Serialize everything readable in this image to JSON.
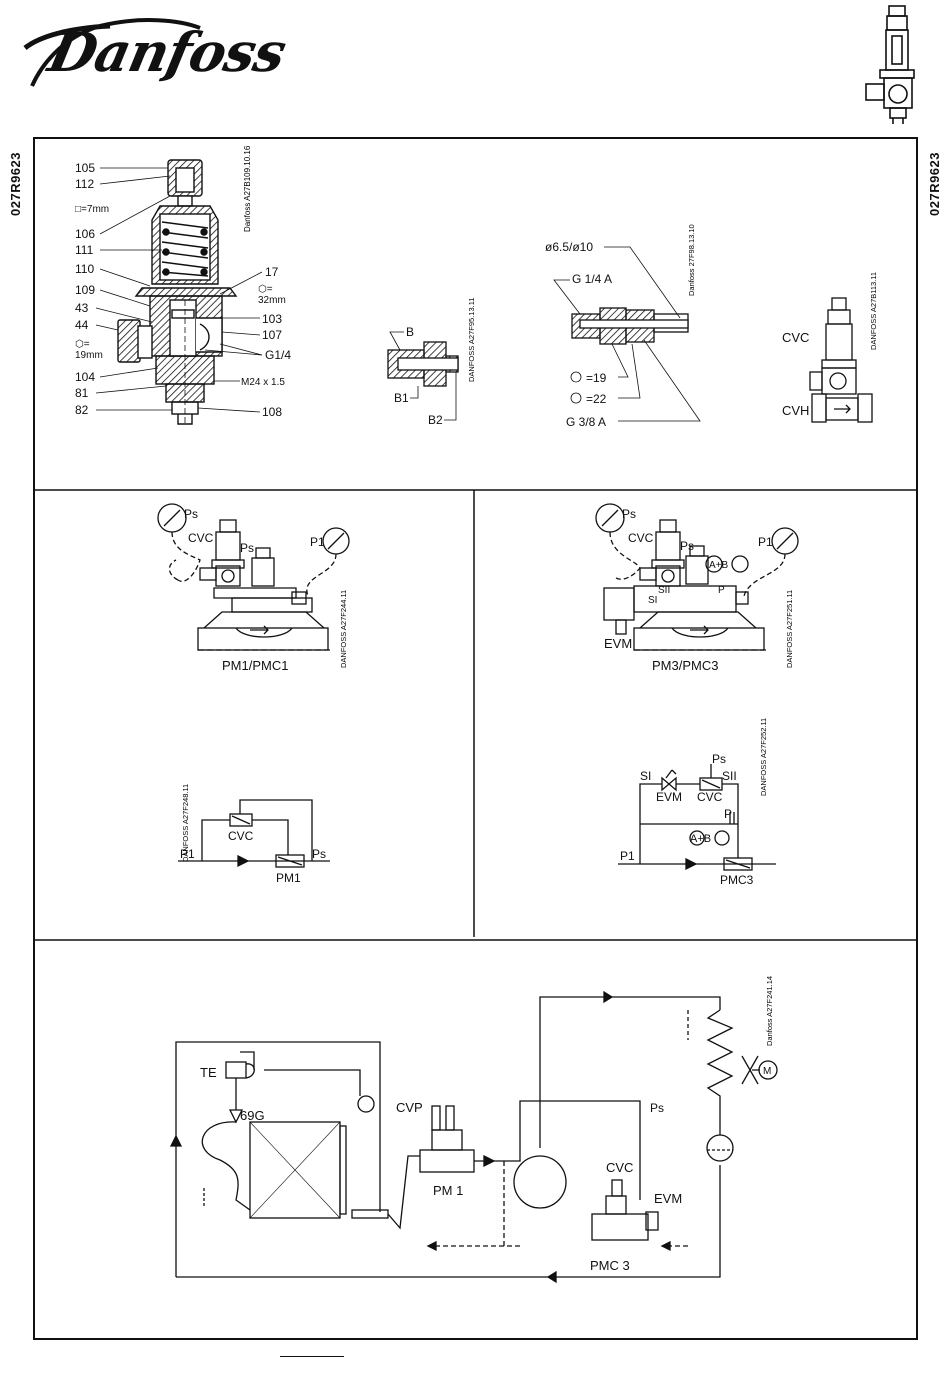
{
  "brand": {
    "logo": "Danfoss"
  },
  "doc_code": "027R9623",
  "section_a": {
    "labels": {
      "p105": "105",
      "p112": "112",
      "hex7": "□=7mm",
      "p106": "106",
      "p111": "111",
      "p110": "110",
      "p109": "109",
      "p43": "43",
      "p44": "44",
      "hex19a": "⬡=",
      "hex19b": "19mm",
      "p104": "104",
      "p81": "81",
      "p82": "82",
      "p17": "17",
      "hex32a": "⬡=",
      "hex32b": "32mm",
      "p103": "103",
      "p107": "107",
      "g14": "G1/4",
      "m24": "M24 x 1.5",
      "p108": "108"
    },
    "code_valve": "Danfoss A27B109.10.16",
    "nipple": {
      "b": "B",
      "b1": "B1",
      "b2": "B2",
      "code": "DANFOSS A27F95.13.11"
    },
    "fitting": {
      "dia": "ø6.5/ø10",
      "g14a": "G 1/4 A",
      "h19": "=19",
      "h22": "=22",
      "g38a": "G 3/8 A",
      "code": "Danfoss 27F98.13.10"
    },
    "pilot": {
      "cvc": "CVC",
      "cvh": "CVH",
      "code": "DANFOSS A27B113.11"
    }
  },
  "section_b": {
    "left": {
      "ps": "Ps",
      "cvc": "CVC",
      "ps2": "Ps",
      "p1": "P1",
      "title": "PM1/PMC1",
      "code": "DANFOSS A27F244.11"
    },
    "right": {
      "ps": "Ps",
      "cvc": "CVC",
      "ps2": "Ps",
      "ab": "A+B",
      "p1": "P1",
      "sii": "SII",
      "si": "SI",
      "p": "P",
      "evm": "EVM",
      "title": "PM3/PMC3",
      "code": "DANFOSS A27F251.11"
    }
  },
  "section_c": {
    "left": {
      "cvc": "CVC",
      "p1": "P1",
      "ps": "Ps",
      "pm1": "PM1",
      "code": "DANFOSS A27F248.11"
    },
    "right": {
      "ps": "Ps",
      "si": "SI",
      "sii": "SII",
      "evm": "EVM",
      "cvc": "CVC",
      "p": "P",
      "ab": "A+B",
      "p1": "P1",
      "pmc3": "PMC3",
      "code": "DANFOSS A27F252.11"
    }
  },
  "section_d": {
    "te": "TE",
    "g69": "69G",
    "cvp": "CVP",
    "ps": "Ps",
    "pm1": "PM 1",
    "cvc": "CVC",
    "evm": "EVM",
    "pmc3": "PMC 3",
    "m": "M",
    "code": "Danfoss A27F241.14"
  }
}
